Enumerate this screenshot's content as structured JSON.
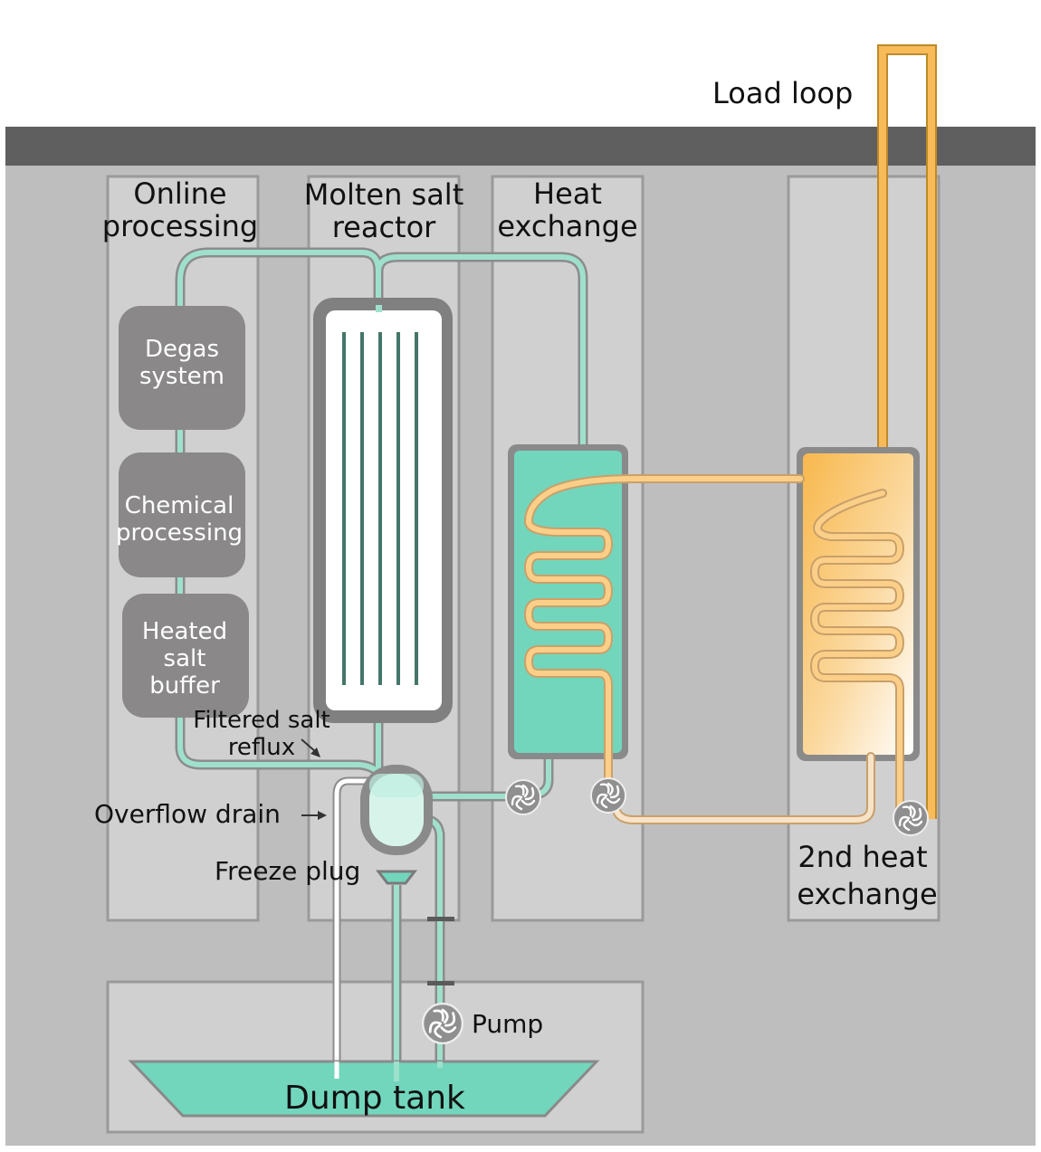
{
  "labels": {
    "load_loop": "Load loop",
    "online_processing": [
      "Online",
      "processing"
    ],
    "molten_salt_reactor": [
      "Molten salt",
      "reactor"
    ],
    "heat_exchange": [
      "Heat",
      "exchange"
    ],
    "degas_system": [
      "Degas",
      "system"
    ],
    "chemical_processing": [
      "Chemical",
      "processing"
    ],
    "heated_salt_buffer": [
      "Heated",
      "salt",
      "buffer"
    ],
    "filtered_salt_reflux": [
      "Filtered salt",
      "reflux"
    ],
    "overflow_drain": "Overflow drain",
    "freeze_plug": "Freeze plug",
    "pump": "Pump",
    "dump_tank": "Dump tank",
    "second_heat_exchange": [
      "2nd heat",
      "exchange"
    ]
  },
  "colors": {
    "ground": "#bebebe",
    "surface_bar": "#5f5f5f",
    "room": "#d0d0d0",
    "room_border": "#9a9a9a",
    "process_box": "#8a8888",
    "primary_salt": "#9ee0cc",
    "heat_exchanger_fill": "#72d6bd",
    "secondary_loop": "#f7bb59",
    "reactor_vessel": "#808080"
  },
  "icons": [
    "pump-icon",
    "arrow-icon",
    "freeze-plug-icon"
  ]
}
